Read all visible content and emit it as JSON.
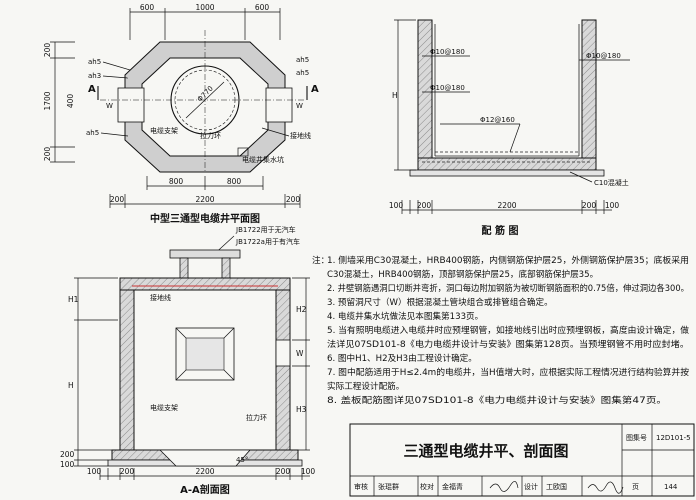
{
  "sheet": {
    "title": "三通型电缆井平、剖面图",
    "atlas_label": "图集号",
    "atlas_no": "12D101-5",
    "page_label": "页",
    "page_no": "144",
    "review_label": "审核",
    "reviewer": "张琨群",
    "check_label": "校对",
    "checker": "金福青",
    "design_label": "设计",
    "designer": "工欧国"
  },
  "plan": {
    "caption": "中型三通型电缆井平面图",
    "dims_top": [
      "600",
      "1000",
      "600"
    ],
    "dims_left": [
      "200",
      "1700",
      "200"
    ],
    "dims_bottom_inner": [
      "800",
      "800"
    ],
    "dims_bottom_outer": [
      "200",
      "2200",
      "200"
    ],
    "dim_400": "400",
    "dim_w": "W",
    "diameter": "Φ770",
    "labels": {
      "ah5_a": "ah5",
      "ah3": "ah3",
      "ah5_b": "ah5",
      "ah5_c": "ah5",
      "ah5_d": "ah5",
      "cable_support": "电缆支架",
      "pull_iron": "拉力环",
      "ground_wire": "接地线",
      "sump": "电缆井集水坑"
    },
    "section_mark": "A"
  },
  "rebar": {
    "caption": "配 筋 图",
    "bar1": "Φ10@180",
    "bar2": "Φ10@180",
    "bar3": "Φ10@180",
    "bar4": "Φ12@160",
    "concrete": "C10混凝土",
    "dim_h": "H",
    "dims_bottom": [
      "100",
      "200",
      "2200",
      "200",
      "100"
    ]
  },
  "section": {
    "caption": "A-A剖面图",
    "callout1": "JB1722用于无汽车",
    "callout2": "JB1722a用于有汽车",
    "dims_left": [
      "H1",
      "H",
      "200",
      "100"
    ],
    "dims_right": [
      "H2",
      "W",
      "H3"
    ],
    "dims_bottom": [
      "100",
      "200",
      "2200",
      "200",
      "100"
    ],
    "angle": "45°",
    "labels": {
      "cable_support": "电缆支架",
      "pull_iron": "拉力环",
      "ground_wire": "接地线"
    }
  },
  "notes": {
    "head": "注：",
    "items": [
      "1.  侧墙采用C30混凝土，HRB400钢筋，内侧钢筋保护层25，外侧钢筋保护层35；底板采用",
      "     C30混凝土，HRB400钢筋，顶部钢筋保护层25，底部钢筋保护层35。",
      "2.  井壁钢筋遇洞口切断并弯折，洞口每边附加钢筋为被切断钢筋面积的0.75倍，伸过洞边各300。",
      "3.  预留洞尺寸（W）根据混凝土管块组合或排管组合确定。",
      "4.  电缆井集水坑做法见本图集第133页。",
      "5.  当有照明电缆进入电缆井时应预埋钢管，如接地线引出时应预埋钢板，高度由设计确定，做",
      "     法详见07SD101-8《电力电缆井设计与安装》图集第128页。当预埋钢管不用时应封堵。",
      "6.  图中H1、H2及H3由工程设计确定。",
      "7.  图中配筋适用于H≤2.4m的电缆井，当H值增大时，应根据实际工程情况进行结构验算并按",
      "     实际工程设计配筋。",
      "8.  盖板配筋图详见07SD101-8《电力电缆井设计与安装》图集第47页。"
    ]
  }
}
